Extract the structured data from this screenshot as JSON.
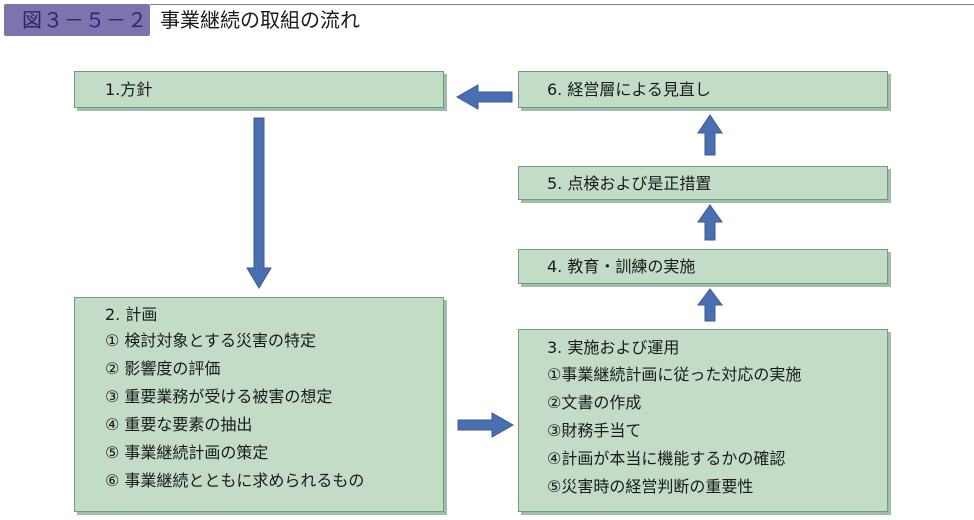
{
  "header": {
    "figure_number": "図３－５－２",
    "title": "事業継続の取組の流れ"
  },
  "steps": {
    "s1": {
      "label": "1.方針"
    },
    "s2": {
      "label": "2. 計画",
      "items": [
        "① 検討対象とする災害の特定",
        "② 影響度の評価",
        "③ 重要業務が受ける被害の想定",
        "④ 重要な要素の抽出",
        "⑤ 事業継続計画の策定",
        "⑥ 事業継続とともに求められるもの"
      ]
    },
    "s3": {
      "label": "3. 実施および運用",
      "items": [
        "①事業継続計画に従った対応の実施",
        "②文書の作成",
        "③財務手当て",
        "④計画が本当に機能するかの確認",
        "⑤災害時の経営判断の重要性"
      ]
    },
    "s4": {
      "label": "4. 教育・訓練の実施"
    },
    "s5": {
      "label": "5. 点検および是正措置"
    },
    "s6": {
      "label": "6. 経営層による見直し"
    }
  },
  "colors": {
    "box_fill": "#c3dcc8",
    "box_border": "#6e9c7c",
    "arrow": "#4a6fb0",
    "figure_label_bg": "#7c75ad"
  }
}
